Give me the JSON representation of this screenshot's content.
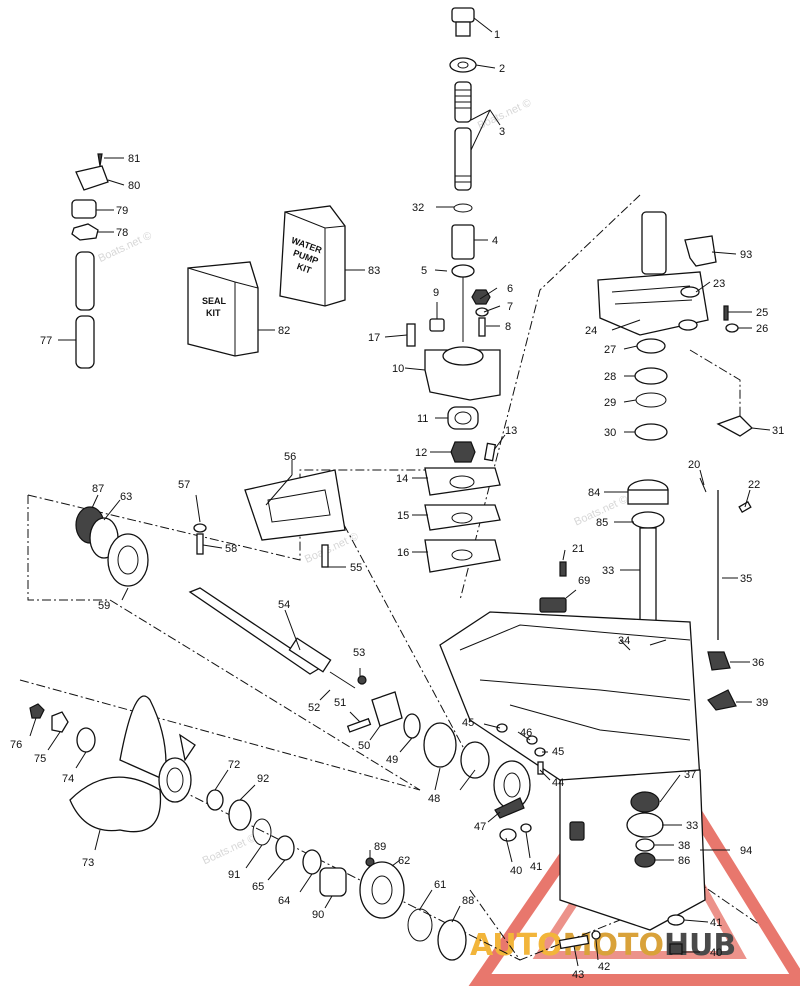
{
  "watermark": "Boats.net ©",
  "brand": {
    "part_a": "AUTO",
    "part_b": "MOTO",
    "part_c": "HUB",
    "color_a": "#f2b53a",
    "color_b": "#d9a23a",
    "color_c": "#4a4a4a",
    "triangle_color": "#e04a3c"
  },
  "kits": {
    "seal_line1": "SEAL",
    "seal_line2": "KIT",
    "water_line1": "WATER",
    "water_line2": "PUMP",
    "water_line3": "KIT"
  },
  "callouts": [
    "1",
    "2",
    "3",
    "32",
    "4",
    "5",
    "6",
    "7",
    "8",
    "9",
    "17",
    "10",
    "11",
    "12",
    "13",
    "14",
    "15",
    "16",
    "81",
    "80",
    "79",
    "78",
    "77",
    "82",
    "83",
    "93",
    "23",
    "25",
    "26",
    "24",
    "27",
    "28",
    "29",
    "30",
    "31",
    "20",
    "22",
    "84",
    "85",
    "33",
    "35",
    "21",
    "69",
    "34",
    "36",
    "39",
    "56",
    "57",
    "58",
    "55",
    "87",
    "63",
    "59",
    "54",
    "53",
    "52",
    "51",
    "50",
    "49",
    "45",
    "46",
    "45",
    "44",
    "48",
    "47",
    "40",
    "41",
    "76",
    "75",
    "74",
    "72",
    "92",
    "73",
    "91",
    "65",
    "64",
    "90",
    "89",
    "62",
    "61",
    "88",
    "37",
    "33",
    "38",
    "86",
    "94",
    "41",
    "40",
    "43",
    "42"
  ]
}
